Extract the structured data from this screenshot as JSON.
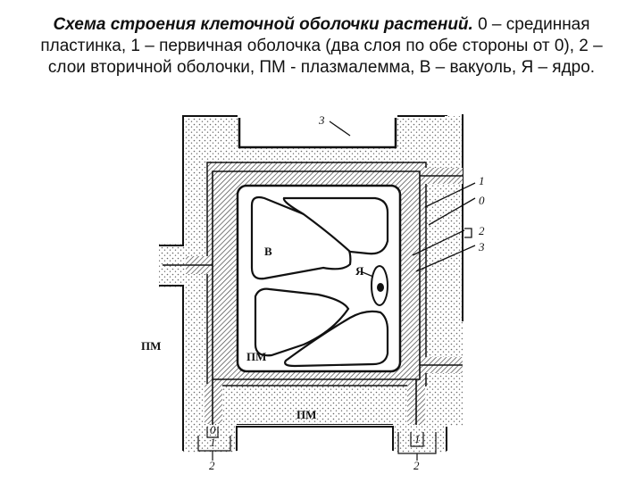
{
  "caption": {
    "title": "Схема строения клеточной оболочки растений.",
    "text": " 0 – срединная пластинка, 1 – первичная оболочка (два слоя по обе стороны от 0), 2 – слои вторичной оболочки, ПМ - плазмалемма, В – вакуоль, Я – ядро."
  },
  "labels": {
    "l1": "1",
    "l0": "0",
    "l2": "2",
    "l3": "3",
    "l3_top": "3",
    "vacuole": "В",
    "nucleus": "Я",
    "pm_left": "ПМ",
    "pm_inner": "ПМ",
    "pm_bottom": "ПМ",
    "b_left_0": "0",
    "b_left_1": "1",
    "b_left_2": "2",
    "b_right_1": "1",
    "b_right_2": "2"
  },
  "colors": {
    "line": "#111111",
    "hatch": "#444444",
    "stipple": "#666666",
    "background": "#ffffff"
  }
}
